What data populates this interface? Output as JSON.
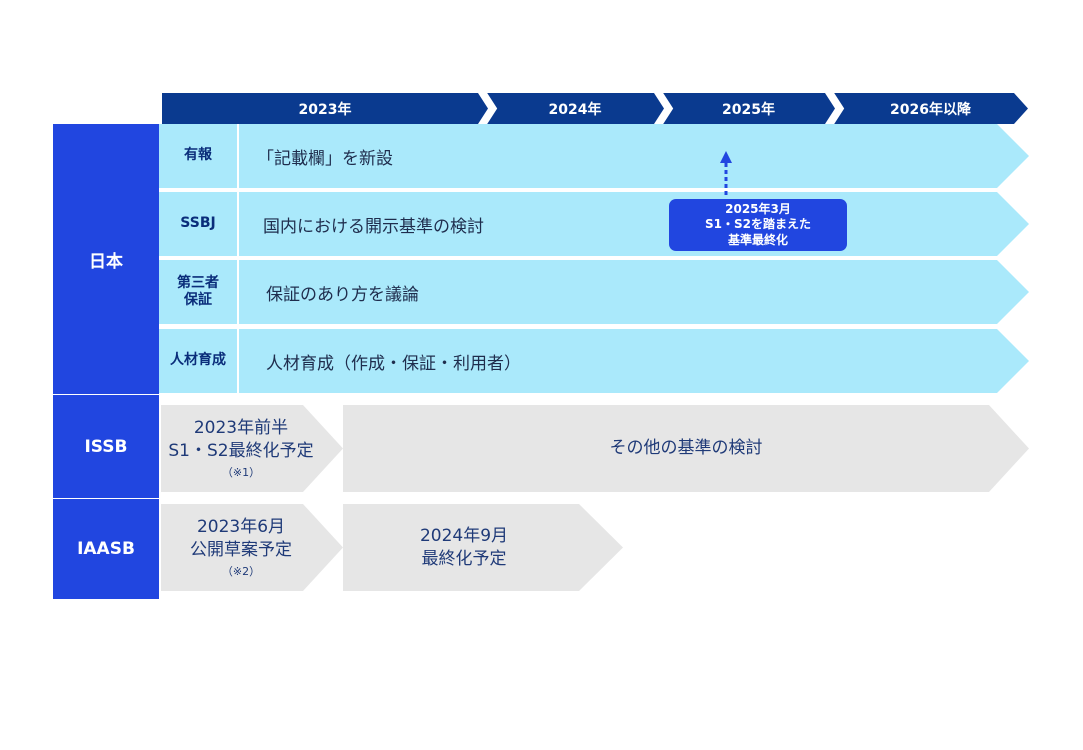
{
  "timeline": {
    "years": [
      "2023年",
      "2024年",
      "2025年",
      "2026年以降"
    ]
  },
  "categories": {
    "japan": "日本",
    "issb": "ISSB",
    "iaasb": "IAASB"
  },
  "japan_rows": [
    {
      "label": "有報",
      "text": "「記載欄」を新設"
    },
    {
      "label": "SSBJ",
      "text": "国内における開示基準の検討"
    },
    {
      "label": "第三者保証",
      "label_line1": "第三者",
      "label_line2": "保証",
      "text": "保証のあり方を議論"
    },
    {
      "label": "人材育成",
      "text": "人材育成（作成・保証・利用者）"
    }
  ],
  "callout": {
    "line1": "2025年3月",
    "line2": "S1・S2を踏まえた",
    "line3": "基準最終化"
  },
  "issb": {
    "first_line1": "2023年前半",
    "first_line2": "S1・S2最終化予定",
    "first_note": "（※1）",
    "second": "その他の基準の検討"
  },
  "iaasb": {
    "first_line1": "2023年6月",
    "first_line2": "公開草案予定",
    "first_note": "（※2）",
    "second_line1": "2024年9月",
    "second_line2": "最終化予定"
  },
  "colors": {
    "header_navy": "#0a3a8f",
    "category_blue": "#2146e0",
    "row_light_blue": "#aae9fb",
    "chevron_gray": "#e6e6e6"
  }
}
